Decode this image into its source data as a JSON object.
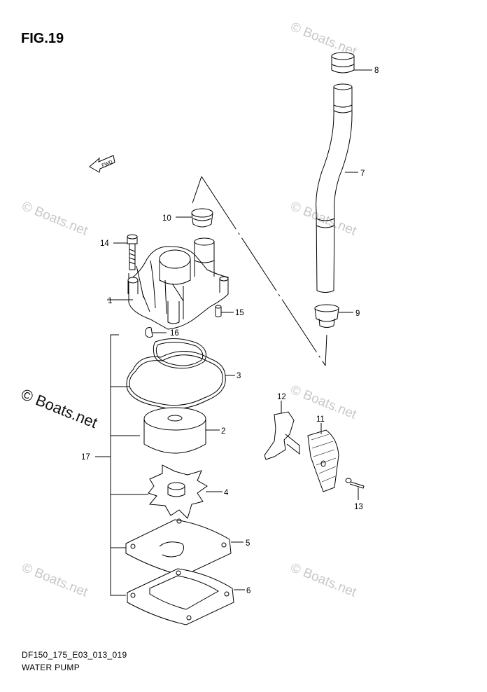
{
  "figure_title": "FIG.19",
  "watermark_text": "© Boats.net",
  "fwd_label": "FWD",
  "callouts": [
    "1",
    "2",
    "3",
    "4",
    "5",
    "6",
    "7",
    "8",
    "9",
    "10",
    "11",
    "12",
    "13",
    "14",
    "15",
    "16",
    "17"
  ],
  "footer": {
    "code": "DF150_175_E03_013_019",
    "caption": "WATER PUMP"
  }
}
